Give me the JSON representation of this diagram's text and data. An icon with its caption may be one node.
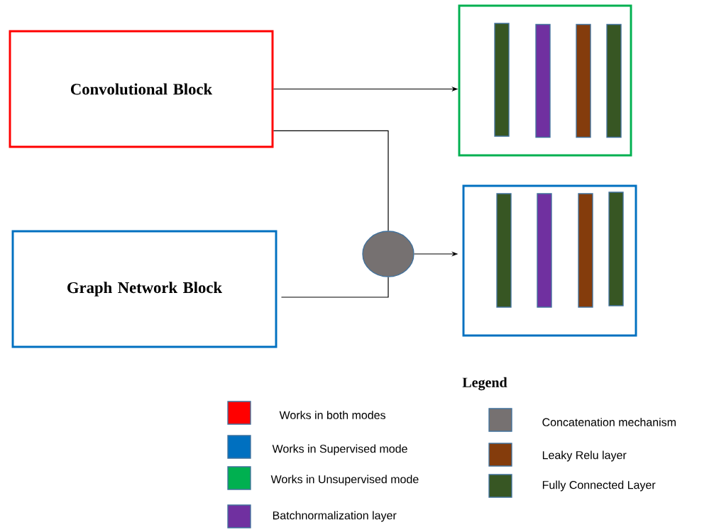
{
  "diagram": {
    "nodes": [
      {
        "text": [
          "Convolutional Block"
        ]
      },
      {
        "text": [],
        "shape": "box"
      },
      {
        "text": [],
        "shape": "bar",
        "in": 1
      },
      {
        "text": [],
        "shape": "bar",
        "in": 1
      },
      {
        "text": [],
        "shape": "bar",
        "in": 1
      },
      {
        "text": [],
        "shape": "bar",
        "in": 1
      },
      {
        "text": [],
        "shape": "circle"
      },
      {
        "text": [
          "Graph Network Block"
        ]
      },
      {
        "text": [],
        "shape": "box"
      },
      {
        "text": [],
        "shape": "bar",
        "in": 8
      },
      {
        "text": [],
        "shape": "bar",
        "in": 8
      },
      {
        "text": [],
        "shape": "bar",
        "in": 8
      },
      {
        "text": [],
        "shape": "bar",
        "in": 8
      }
    ],
    "edges": [
      {
        "from": 0,
        "to": 1,
        "arrow": "to"
      },
      {
        "from": 0,
        "to": 6,
        "arrow": "none"
      },
      {
        "from": 7,
        "to": 6,
        "arrow": "none"
      },
      {
        "from": 6,
        "to": 8,
        "arrow": "to"
      }
    ],
    "labels": [
      "Legend"
    ],
    "legend": [
      {
        "text": "Works in both modes",
        "color": "#ff0000"
      },
      {
        "text": "Works in Supervised mode",
        "color": "#0070c0"
      },
      {
        "text": "Works in Unsupervised mode",
        "color": "#00b050"
      },
      {
        "text": "Batchnormalization layer",
        "color": "#7030a0"
      },
      {
        "text": "Concatenation mechanism",
        "color": "#767171"
      },
      {
        "text": "Leaky Relu layer",
        "color": "#843c0c"
      },
      {
        "text": "Fully Connected Layer",
        "color": "#375623"
      }
    ]
  }
}
